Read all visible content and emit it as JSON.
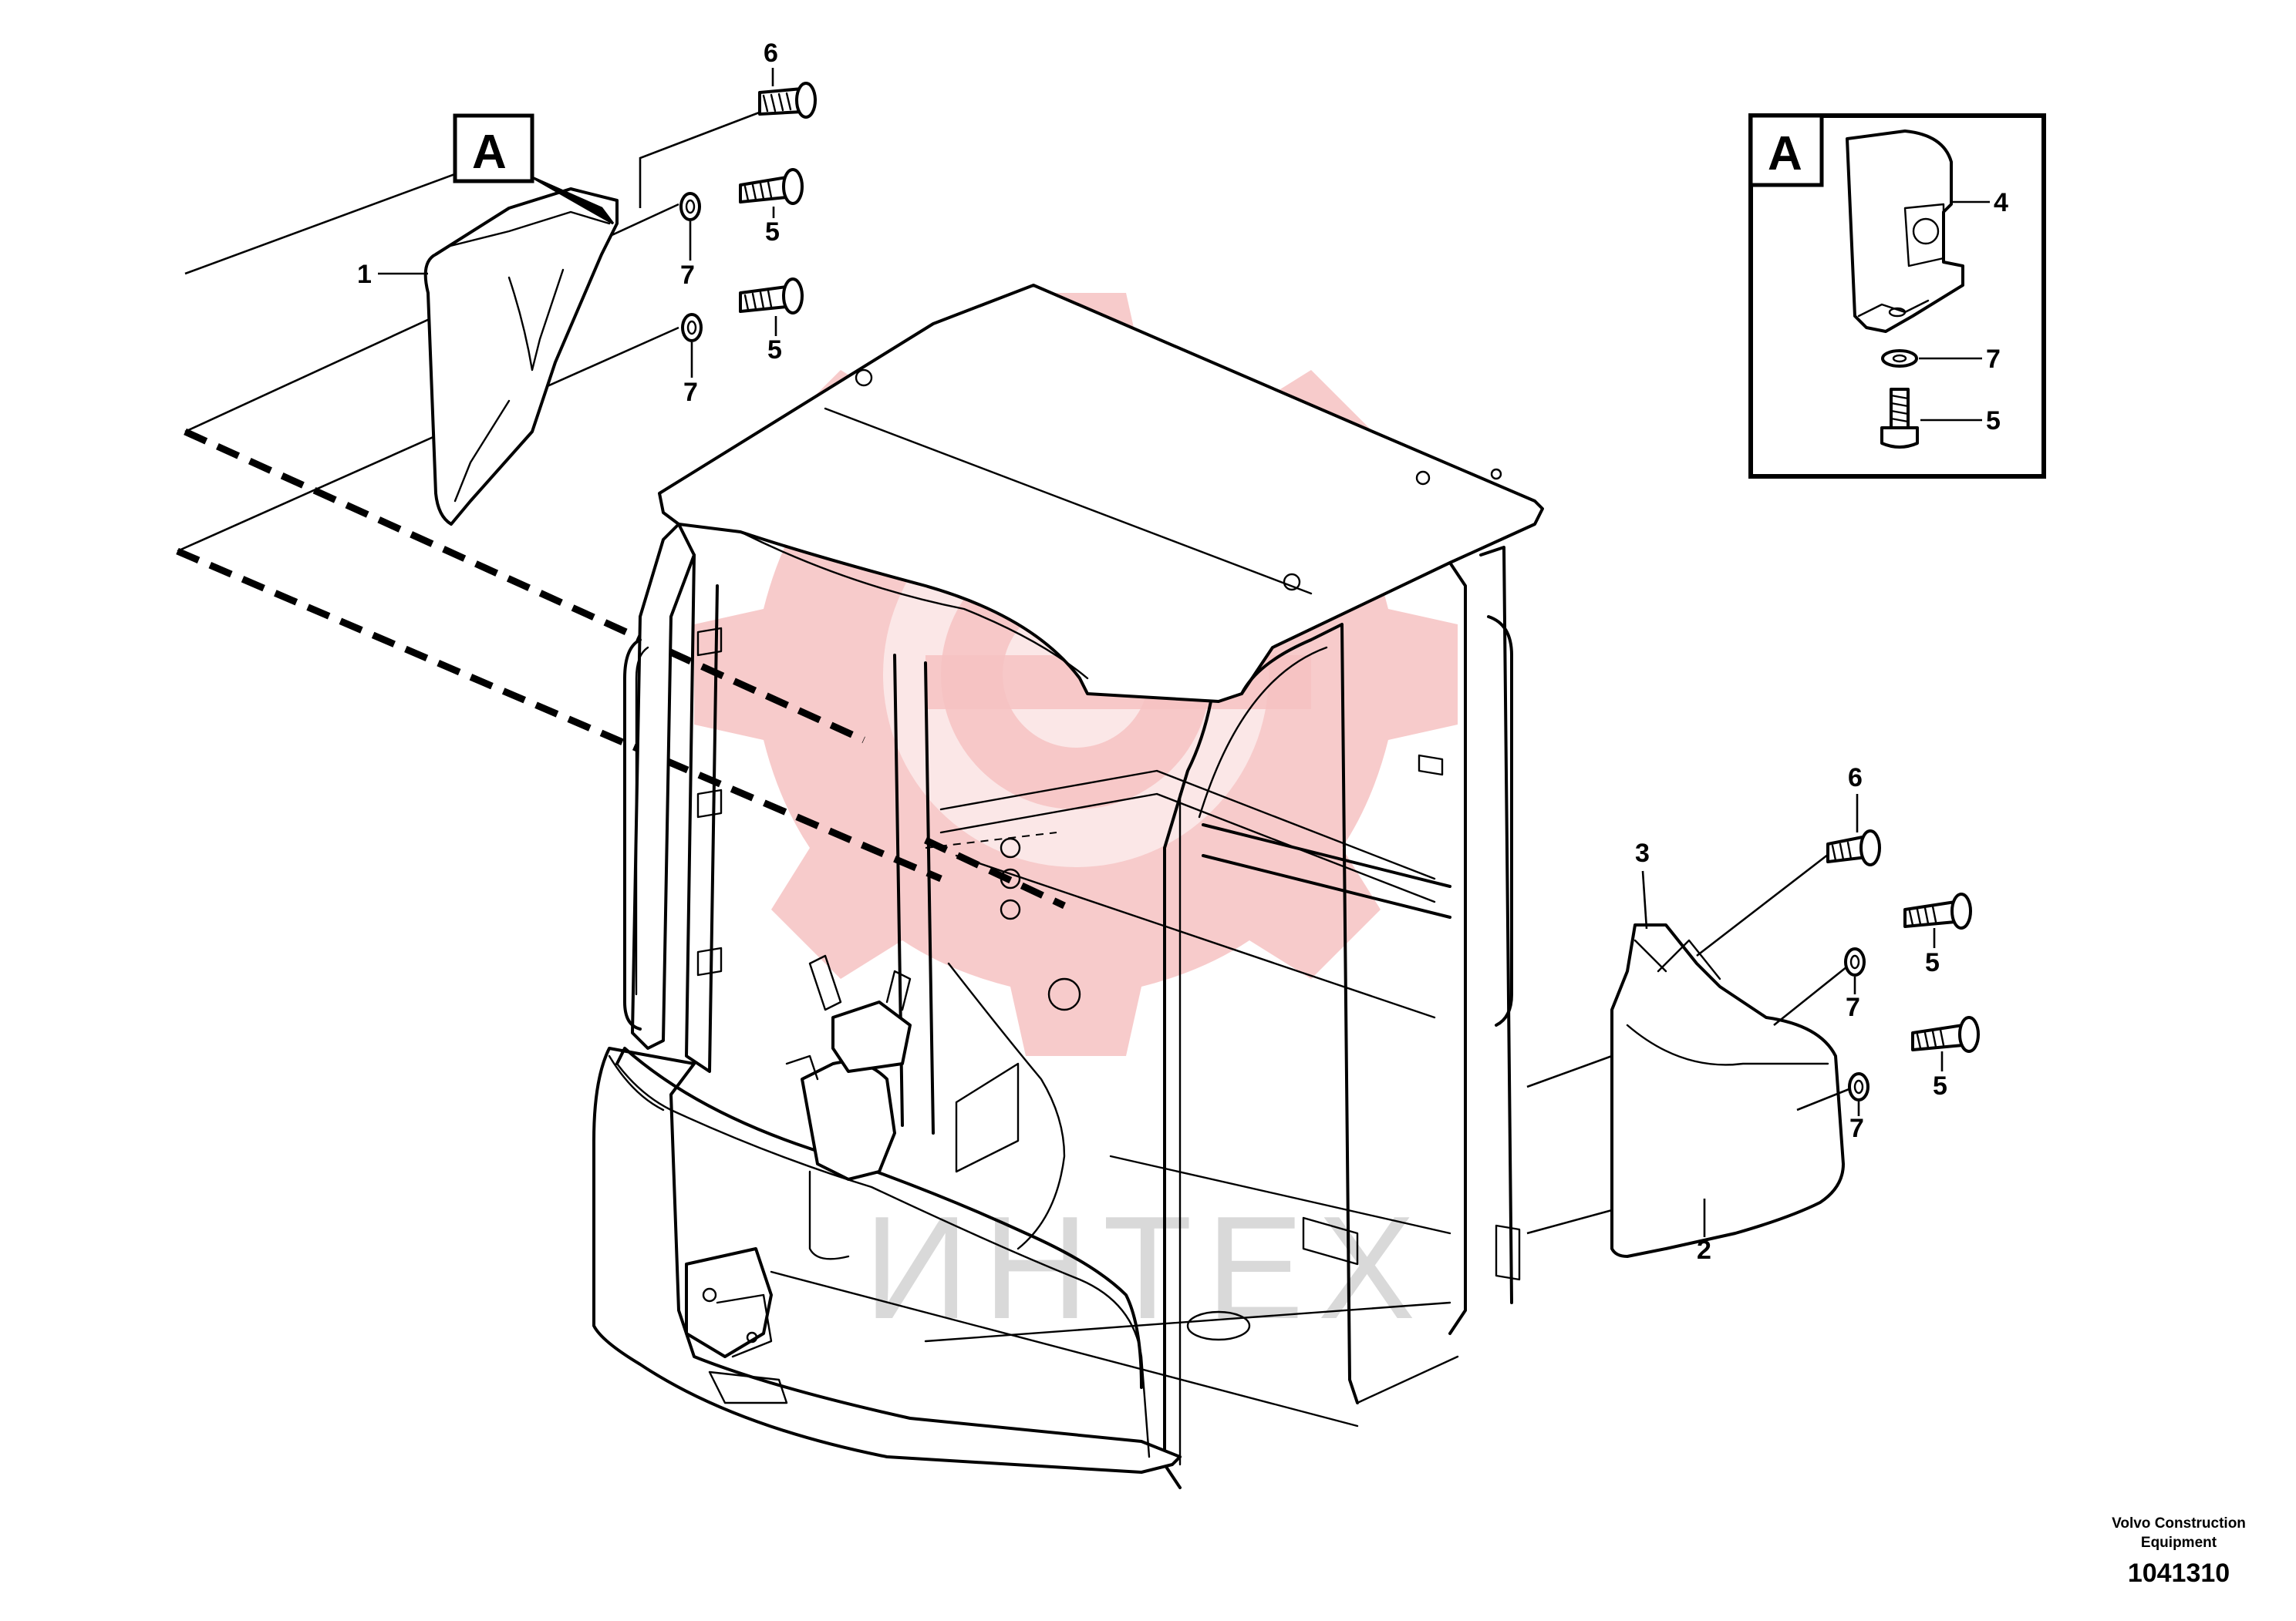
{
  "detail_box": {
    "label": "A"
  },
  "view_marker": {
    "label": "A"
  },
  "callouts": {
    "p1": "1",
    "p2": "2",
    "p3": "3",
    "p4": "4",
    "p5_a": "5",
    "p5_b": "5",
    "p5_c": "5",
    "p5_d": "5",
    "p5_e": "5",
    "p6_a": "6",
    "p6_b": "6",
    "p7_a": "7",
    "p7_b": "7",
    "p7_c": "7",
    "p7_d": "7",
    "p7_e": "7"
  },
  "footer": {
    "company_line1": "Volvo Construction",
    "company_line2": "Equipment",
    "drawing_number": "1041310"
  },
  "watermark": {
    "text": "ИНТЕХ"
  },
  "colors": {
    "line": "#000000",
    "watermark_logo": "#f6c2c2",
    "watermark_text": "#d9d9d9",
    "background": "#ffffff"
  }
}
